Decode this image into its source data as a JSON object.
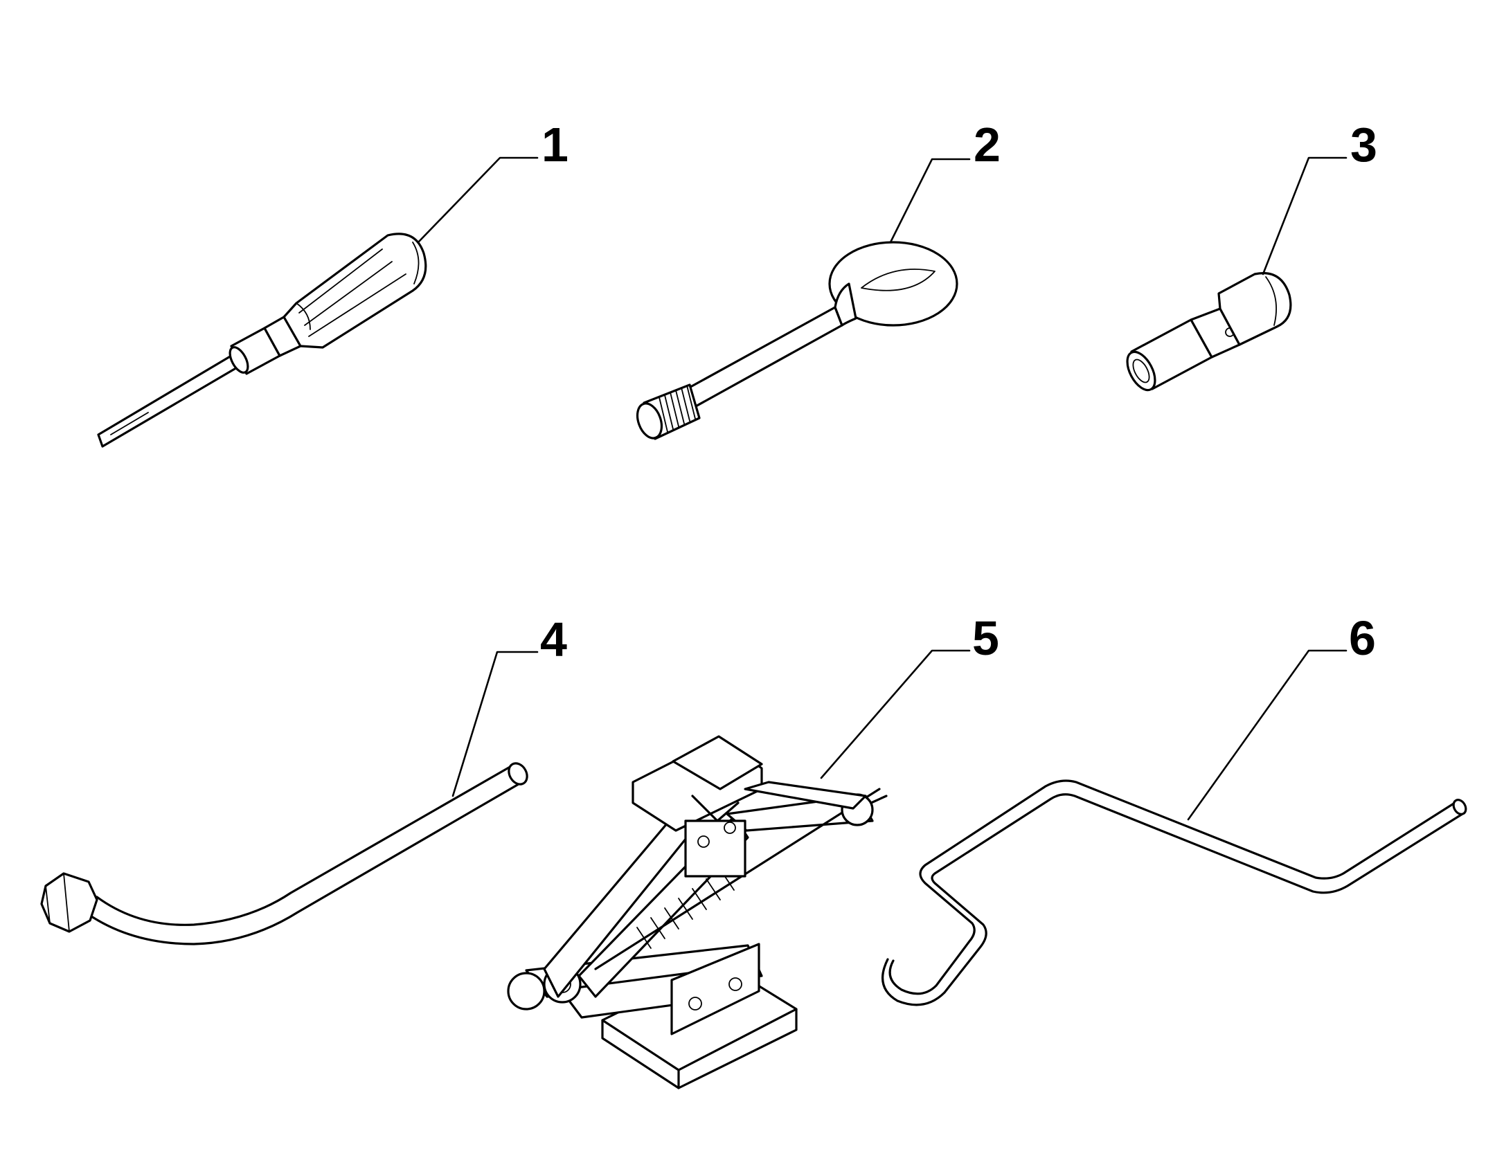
{
  "parts": [
    {
      "ref": "1",
      "icon": "screwdriver-icon"
    },
    {
      "ref": "2",
      "icon": "towing-eye-icon"
    },
    {
      "ref": "3",
      "icon": "socket-adapter-icon"
    },
    {
      "ref": "4",
      "icon": "wheel-wrench-icon"
    },
    {
      "ref": "5",
      "icon": "scissor-jack-icon"
    },
    {
      "ref": "6",
      "icon": "jack-crank-icon"
    }
  ]
}
